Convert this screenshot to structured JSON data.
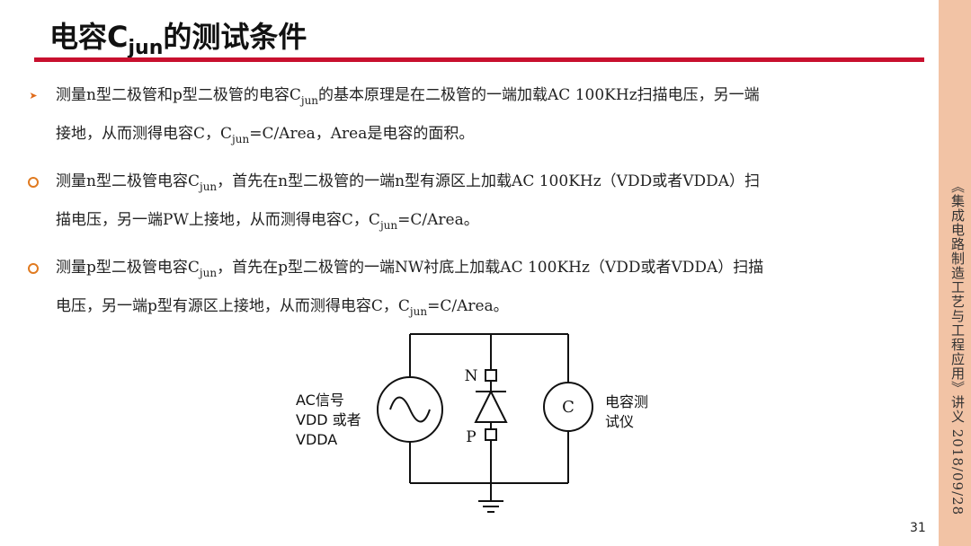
{
  "title": {
    "main": "电容C",
    "sub": "jun",
    "tail": "的测试条件"
  },
  "bullets": [
    {
      "marker": "arrow",
      "line1": [
        "测量n型二极管和p型二极管的电容C",
        "jun",
        "的基本原理是在二极管的一端加载AC 100KHz扫描电压，另一端"
      ],
      "line2": [
        "接地，从而测得电容C，C",
        "jun",
        "=C/Area，Area是电容的面积。"
      ]
    },
    {
      "marker": "circle",
      "line1": [
        "测量n型二极管电容C",
        "jun",
        "，首先在n型二极管的一端n型有源区上加载AC 100KHz（VDD或者VDDA）扫"
      ],
      "line2": [
        "描电压，另一端PW上接地，从而测得电容C，C",
        "jun",
        "=C/Area。"
      ]
    },
    {
      "marker": "circle",
      "line1": [
        "测量p型二极管电容C",
        "jun",
        "，首先在p型二极管的一端NW衬底上加载AC 100KHz（VDD或者VDDA）扫描"
      ],
      "line2": [
        "电压，另一端p型有源区上接地，从而测得电容C，C",
        "jun",
        "=C/Area。"
      ]
    }
  ],
  "diagram": {
    "left_label": [
      "AC信号",
      "VDD 或者",
      "VDDA"
    ],
    "right_label": [
      "电容测",
      "试仪"
    ],
    "meter_letter": "C",
    "top_terminal": "N",
    "bottom_terminal": "P"
  },
  "footer": {
    "vertical_text": "《集成电路制造工艺与工程应用》讲义  2018/09/28",
    "page_number": "31"
  },
  "colors": {
    "title_rule": "#c8102e",
    "bullet_marker": "#e07a20",
    "side_band": "#f2c3a5"
  }
}
